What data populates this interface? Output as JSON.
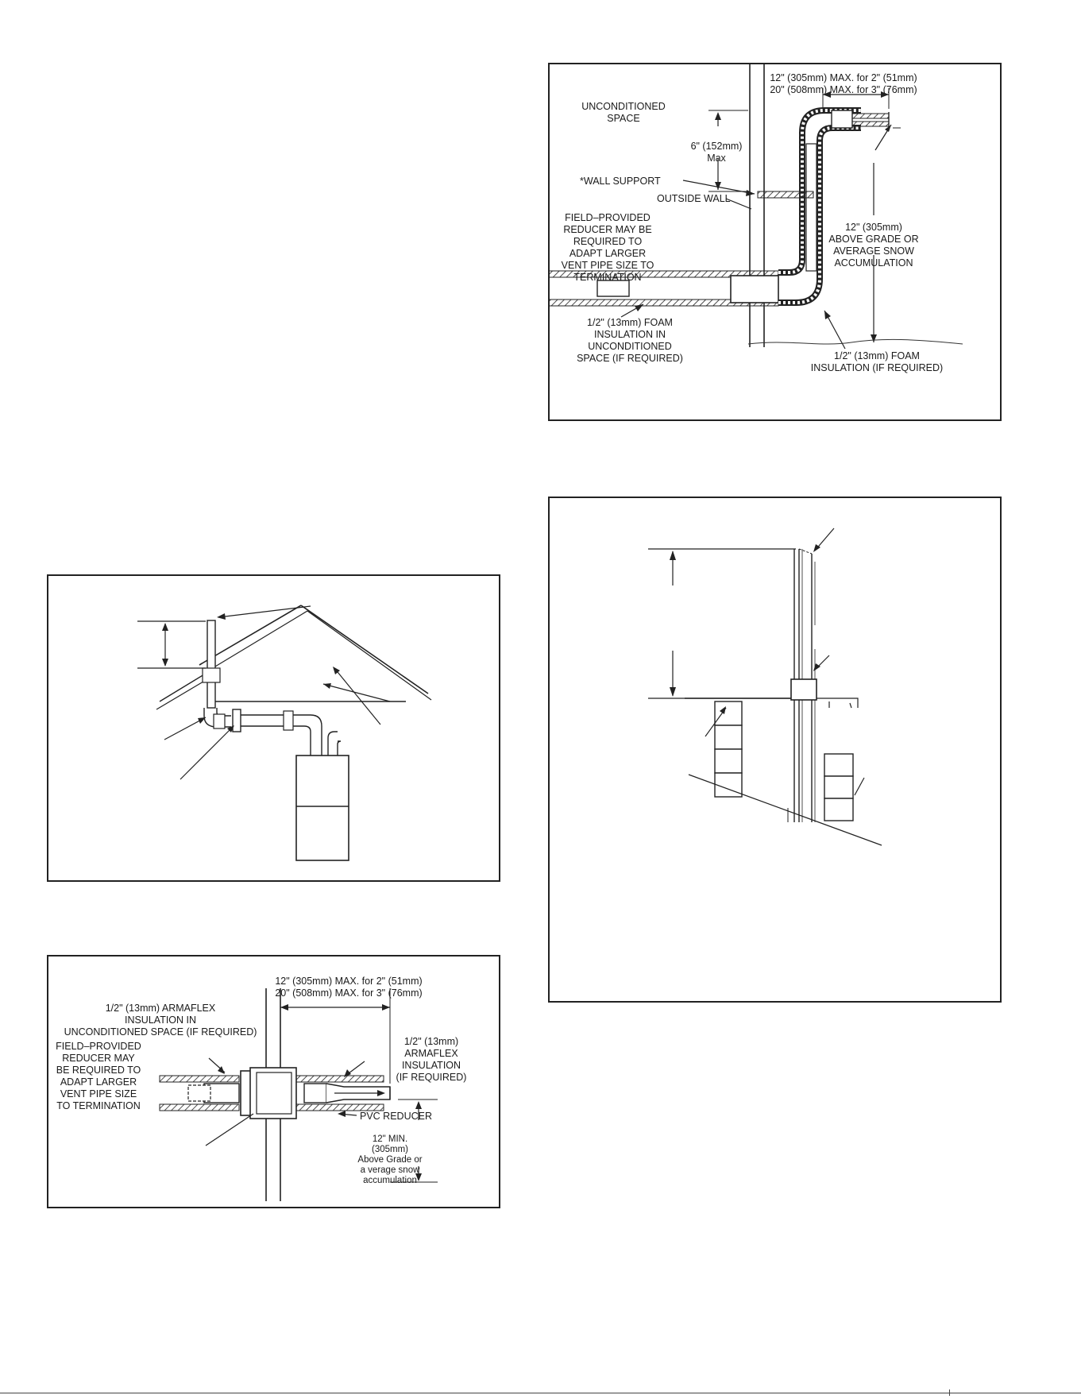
{
  "fig_top_right": {
    "unconditioned_space": "UNCONDITIONED\nSPACE",
    "max_offset": "12\" (305mm) MAX. for 2\" (51mm)\n20\" (508mm) MAX. for 3\" (76mm)",
    "six_inch": "6\" (152mm)\nMax",
    "wall_support": "*WALL SUPPORT",
    "outside_wall": "OUTSIDE WALL",
    "field_reducer": "FIELD–PROVIDED\nREDUCER MAY BE\nREQUIRED TO\nADAPT LARGER\nVENT PIPE SIZE TO\nTERMINATION",
    "above_grade": "12\" (305mm)\nABOVE GRADE OR\nAVERAGE SNOW\nACCUMULATION",
    "foam_unconditioned": "1/2\" (13mm) FOAM\nINSULATION IN\nUNCONDITIONED\nSPACE (IF REQUIRED)",
    "foam_if_required": "1/2\" (13mm) FOAM\nINSULATION (IF REQUIRED)"
  },
  "fig_bottom_left": {
    "max_offset": "12\" (305mm) MAX. for 2\" (51mm)\n20\" (508mm) MAX. for 3\" (76mm)",
    "armaflex_unconditioned": "1/2\" (13mm) ARMAFLEX\nINSULATION IN\nUNCONDITIONED SPACE (IF REQUIRED)",
    "field_reducer": "FIELD–PROVIDED\nREDUCER MAY\nBE REQUIRED TO\nADAPT LARGER\nVENT PIPE SIZE\nTO TERMINATION",
    "armaflex_if_required": "1/2\" (13mm)\nARMAFLEX\nINSULATION\n(IF REQUIRED)",
    "pvc_reducer": "PVC REDUCER",
    "min_above_grade": "12\" MIN.\n(305mm)\nAbove Grade or\na verage snow\naccumulation"
  }
}
